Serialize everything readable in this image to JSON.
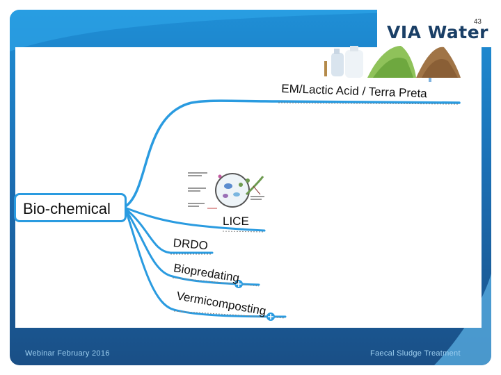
{
  "slide": {
    "number": "43",
    "logo": "VIA Water",
    "footer_left": "Webinar February 2016",
    "footer_right": "Faecal Sludge Treatment"
  },
  "mindmap": {
    "root": "Bio-chemical",
    "branches": [
      {
        "label": "EM/Lactic Acid / Terra Preta"
      },
      {
        "label": "LICE"
      },
      {
        "label": "DRDO"
      },
      {
        "label": "Biopredating"
      },
      {
        "label": "Vermicomposting"
      }
    ]
  },
  "colors": {
    "accent": "#2a9be0",
    "frame_dark": "#1a4f86",
    "footer_text": "#9fd0f0"
  }
}
